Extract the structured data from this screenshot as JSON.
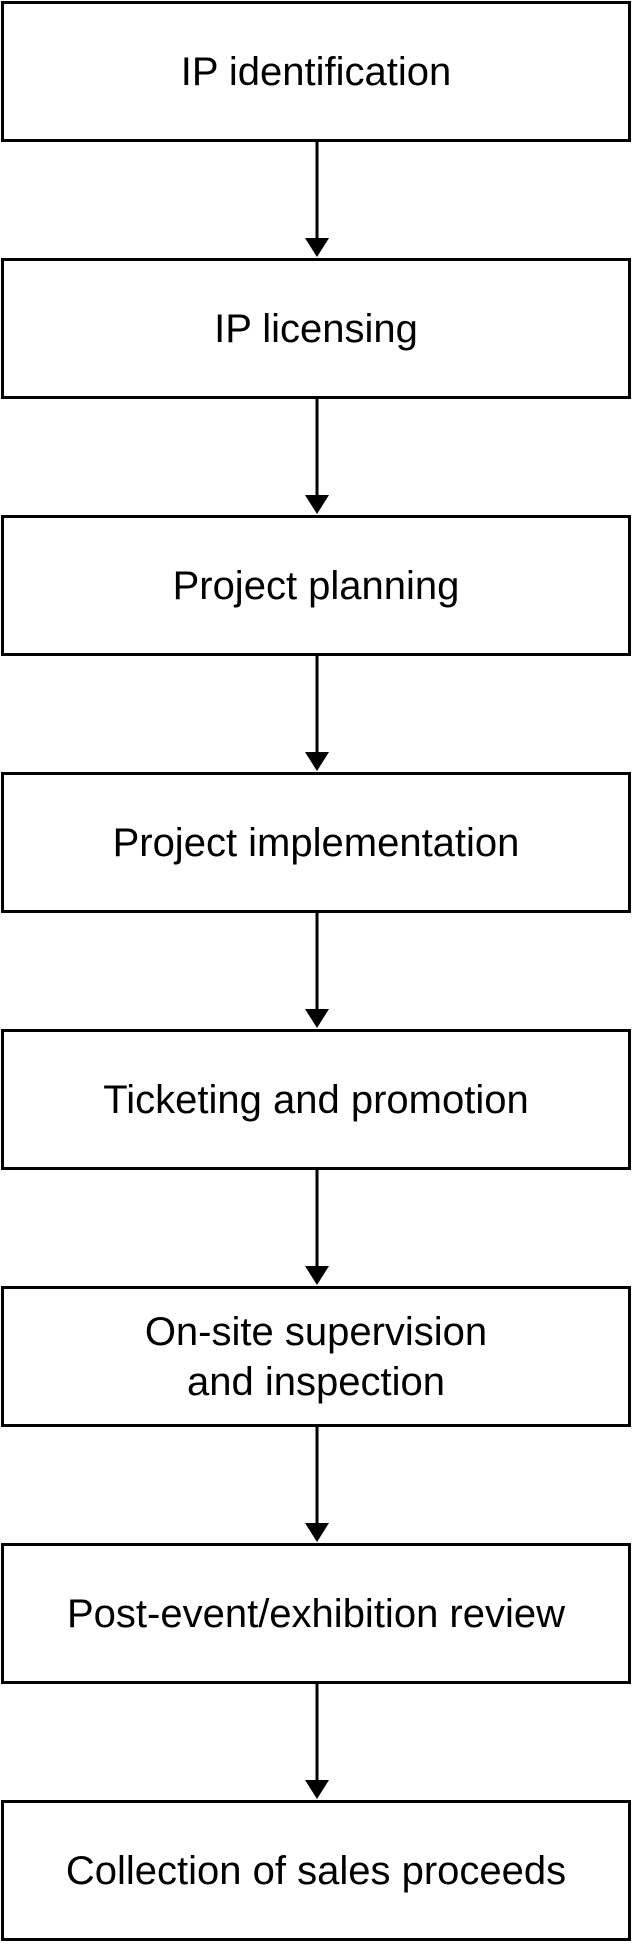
{
  "flowchart": {
    "steps": [
      {
        "label": "IP identification"
      },
      {
        "label": "IP licensing"
      },
      {
        "label": "Project planning"
      },
      {
        "label": "Project implementation"
      },
      {
        "label": "Ticketing and promotion"
      },
      {
        "label": "On-site supervision\nand inspection"
      },
      {
        "label": "Post-event/exhibition review"
      },
      {
        "label": "Collection of sales proceeds"
      }
    ],
    "colors": {
      "border": "#000000",
      "text": "#000000",
      "background": "#ffffff"
    }
  }
}
